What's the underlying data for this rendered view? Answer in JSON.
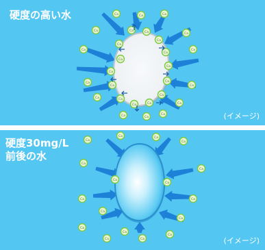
{
  "top_panel": {
    "title": "硬度の高い水",
    "note": "(イメージ)"
  },
  "bottom_panel": {
    "title_line1": "硬度30mg/L",
    "title_line2": "前後の水",
    "note": "(イメージ)"
  },
  "ion_label": "Ca",
  "icons": {
    "rice_grain": "rice-grain-icon",
    "calcium_ion": "calcium-ion-icon",
    "pressure_arrow": "pressure-arrow-icon"
  },
  "colors": {
    "water_blue": "#54c6f2",
    "arrow_blue": "#1a7bd6",
    "ion_fill": "#e9f4d2",
    "ion_stroke": "#7ac943",
    "grain_outer": "#dfe4e8",
    "grain_inner": "#f6f8fa",
    "grain_soaked": "#8fdcf6"
  }
}
